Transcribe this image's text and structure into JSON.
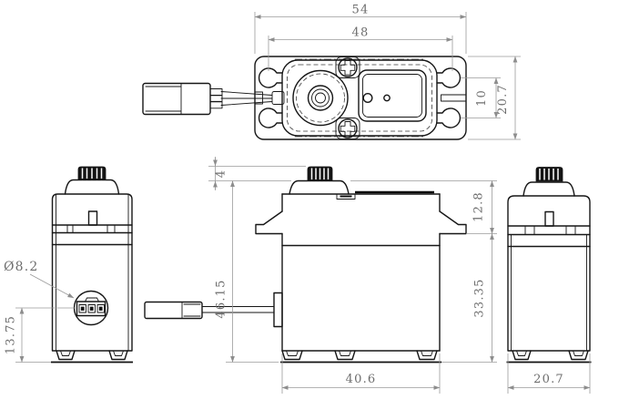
{
  "dimensions": {
    "top_overall_width": "54",
    "mount_hole_span": "48",
    "mount_hole_pair_gap": "10",
    "top_body_depth": "20.7",
    "shaft_height": "4",
    "height_below_shaft": "46.15",
    "upper_section_height": "12.8",
    "lower_section_height": "33.35",
    "case_length": "40.6",
    "case_width": "20.7",
    "connector_boss_diameter": "Ø8.2",
    "connector_center_height": "13.75"
  }
}
